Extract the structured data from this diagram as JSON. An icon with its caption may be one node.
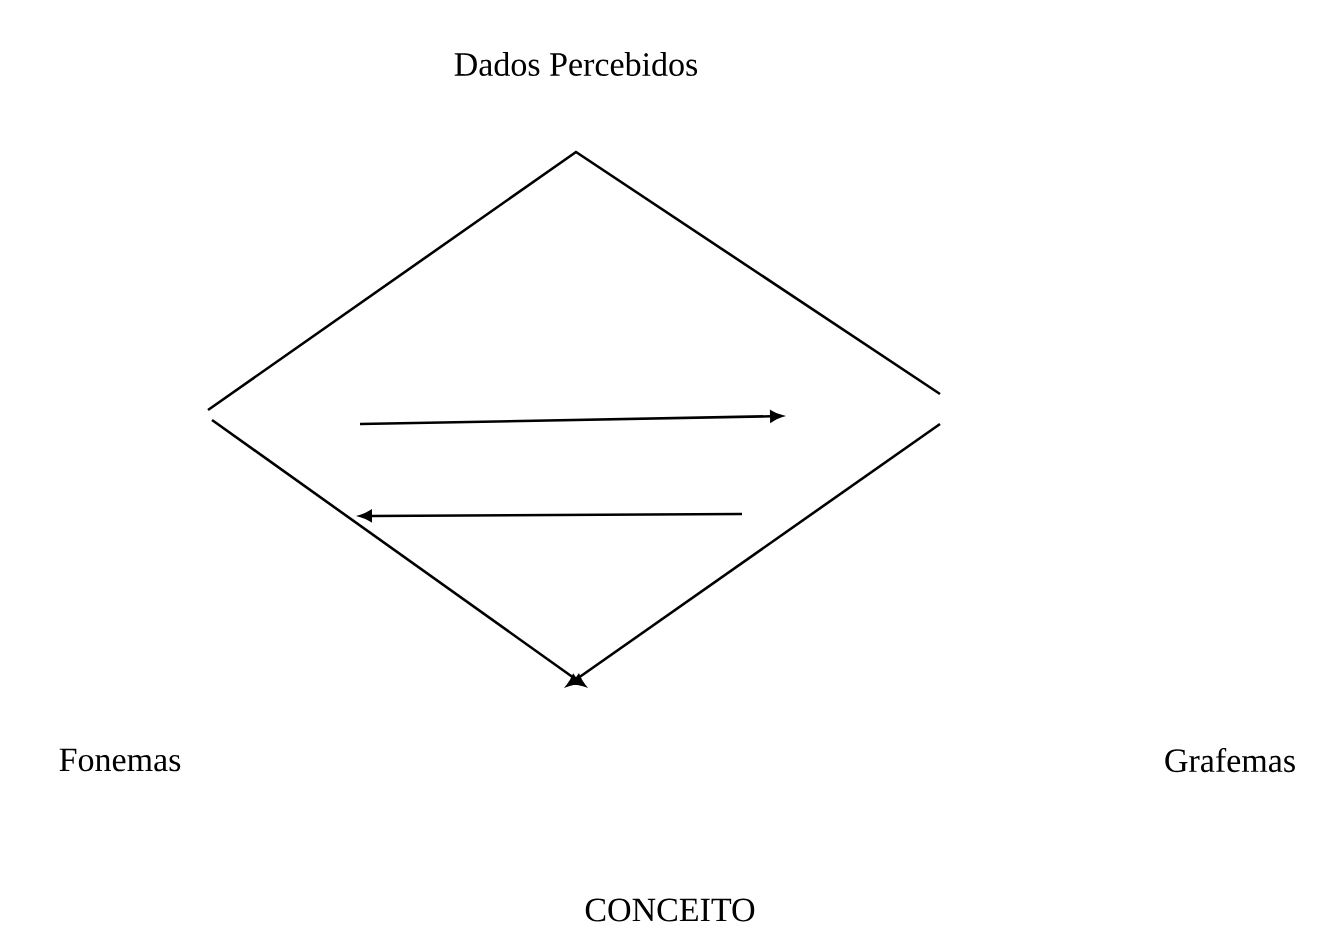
{
  "diagram": {
    "labels": [
      "Dados Percebidos",
      "Fonemas",
      "Grafemas",
      "CONCEITO"
    ]
  }
}
